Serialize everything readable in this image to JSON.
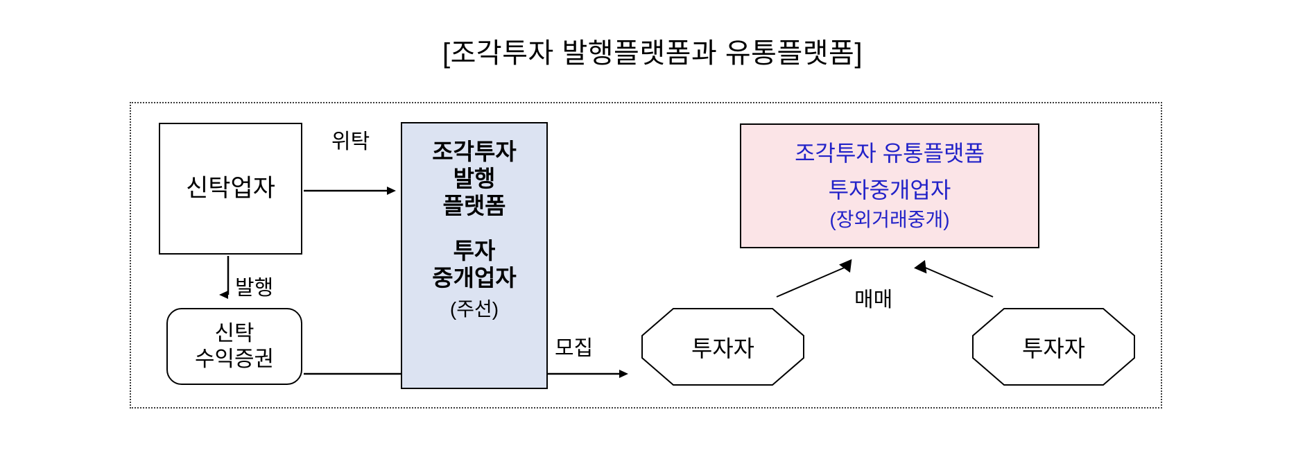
{
  "title": "[조각투자 발행플랫폼과 유통플랫폼]",
  "nodes": {
    "trust_company": {
      "label": "신탁업자"
    },
    "trust_security": {
      "line1": "신탁",
      "line2": "수익증권"
    },
    "issuance_platform": {
      "line1": "조각투자",
      "line2": "발행",
      "line3": "플랫폼",
      "line4": "투자",
      "line5": "중개업자",
      "note": "(주선)",
      "fill_color": "#dce3f2"
    },
    "distribution_platform": {
      "line1": "조각투자 유통플랫폼",
      "line2": "투자중개업자",
      "line3": "(장외거래중개)",
      "fill_color": "#fbe4e7",
      "text_color": "#2222c8"
    },
    "investor_left": {
      "label": "투자자"
    },
    "investor_right": {
      "label": "투자자"
    }
  },
  "edges": {
    "entrust": "위탁",
    "issue": "발행",
    "recruit": "모집",
    "trade": "매매"
  }
}
